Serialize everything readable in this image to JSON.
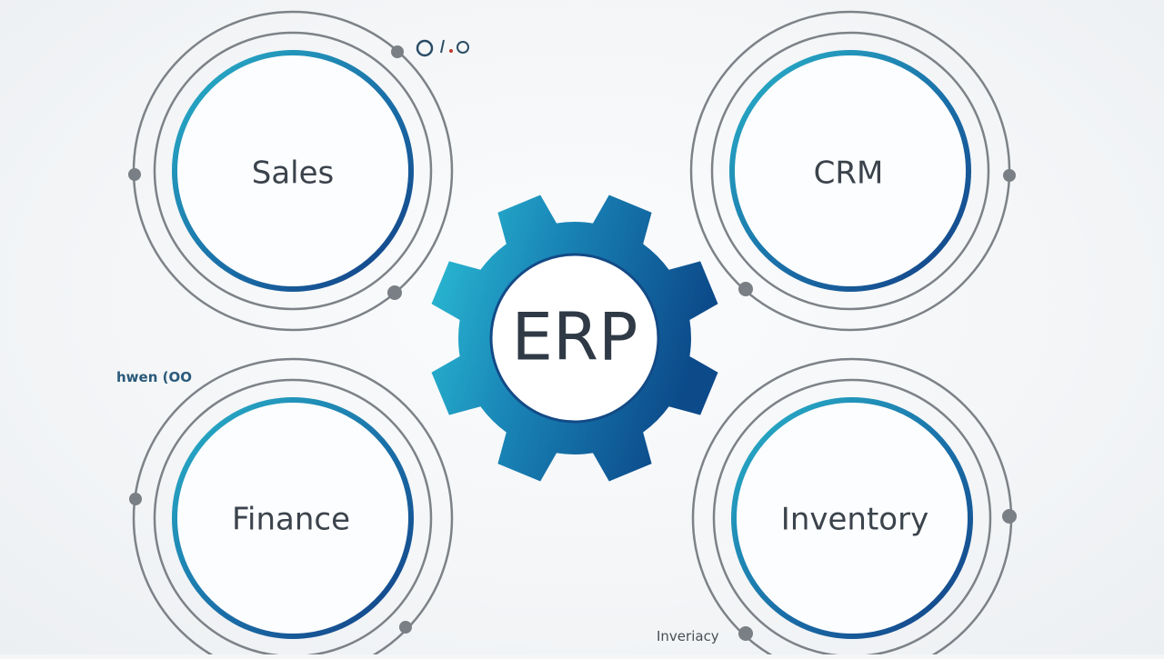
{
  "diagram": {
    "center": {
      "label": "ERP"
    },
    "modules": [
      {
        "id": "sales",
        "label": "Sales"
      },
      {
        "id": "crm",
        "label": "CRM"
      },
      {
        "id": "finance",
        "label": "Finance"
      },
      {
        "id": "inventory",
        "label": "Inventory"
      }
    ],
    "stray_marks": {
      "top": "O/ o",
      "left": "hwen (OO",
      "bottom": "Inveriacy"
    },
    "colors": {
      "ring_outer": "#7d8288",
      "ring_accent_start": "#29b3c9",
      "ring_accent_end": "#133f85",
      "gear_start": "#2bb6cf",
      "gear_end": "#0d4e8c",
      "node_dot": "#7a7f85",
      "label_text": "#3b434c"
    }
  }
}
